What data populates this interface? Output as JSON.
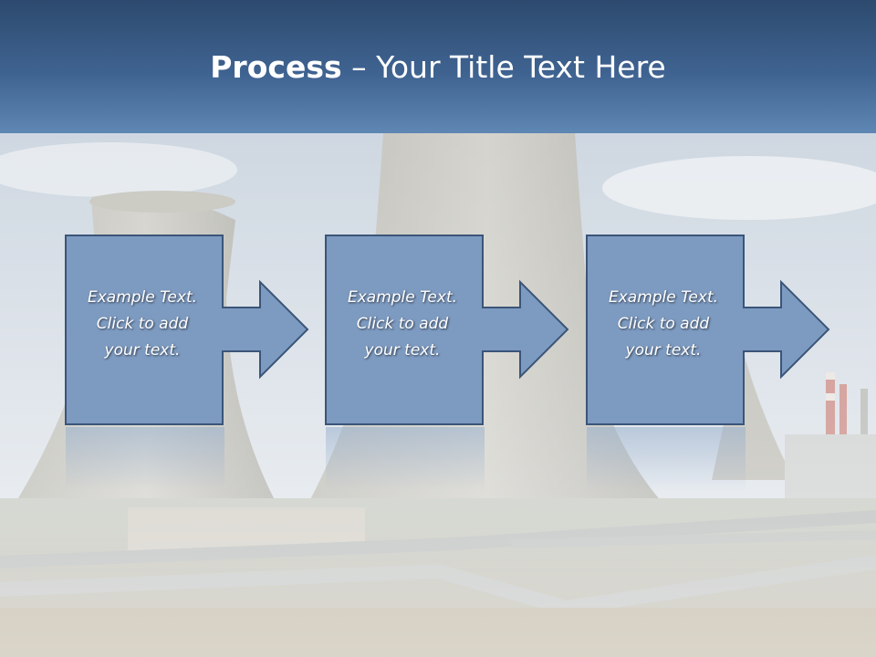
{
  "slide": {
    "title_bold": "Process",
    "title_rest": " – Your Title Text Here"
  },
  "steps": [
    {
      "line1": "Example Text.",
      "line2": "Click  to add",
      "line3": "your text."
    },
    {
      "line1": "Example Text.",
      "line2": "Click  to add",
      "line3": "your text."
    },
    {
      "line1": "Example Text.",
      "line2": "Click  to add",
      "line3": "your text."
    }
  ],
  "colors": {
    "header_top": "#2d4a6e",
    "header_bottom": "#5f87b4",
    "box_fill": "#7d9ac0",
    "box_stroke": "#3b5578",
    "text": "#ffffff"
  }
}
